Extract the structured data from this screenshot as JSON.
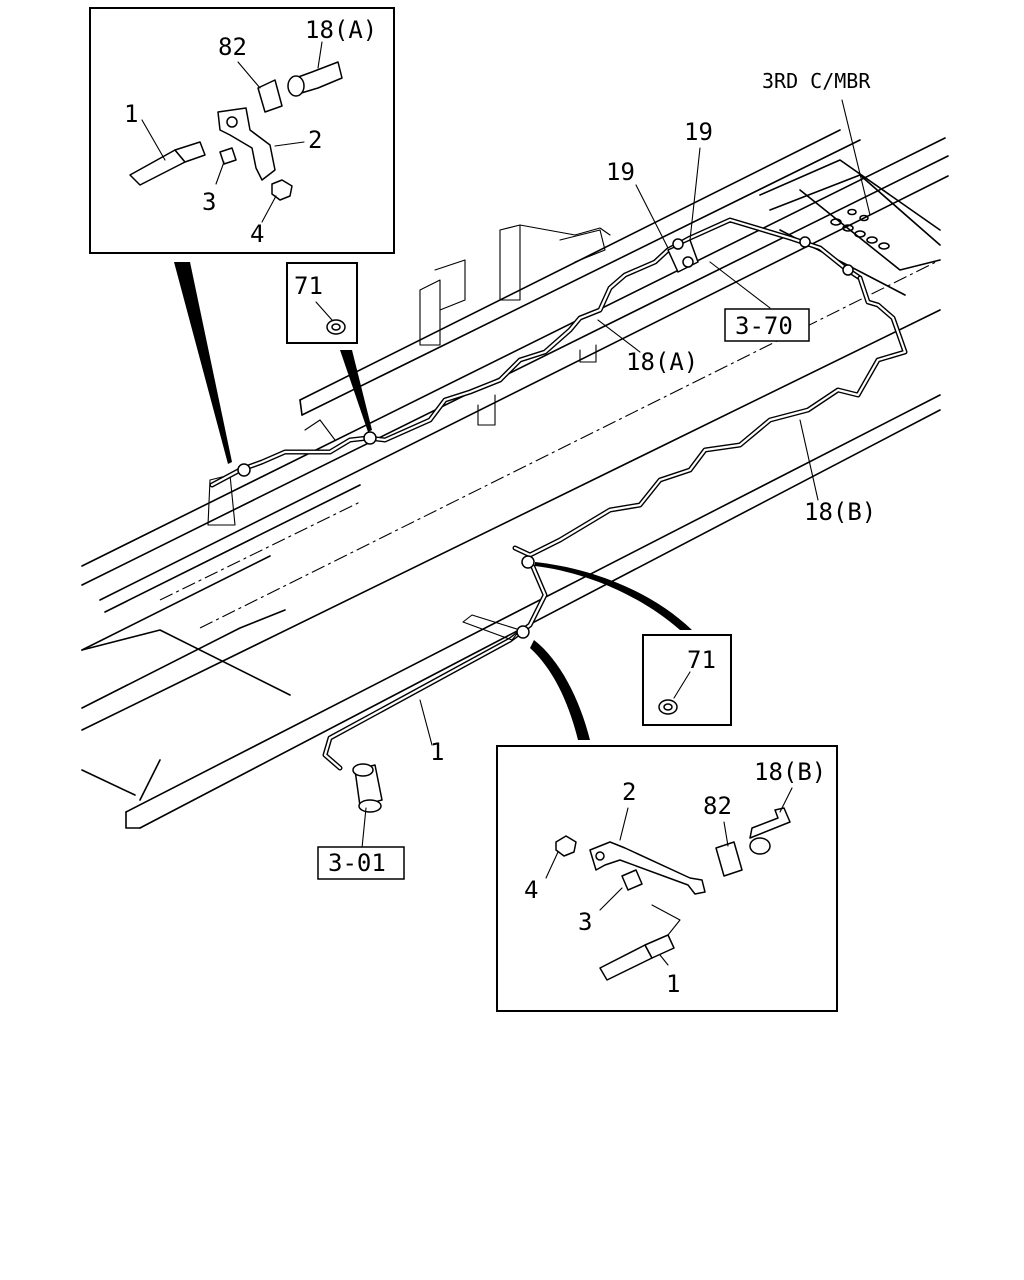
{
  "frame_label": "3RD C/MBR",
  "callouts": {
    "pipe_a": "18(A)",
    "pipe_b": "18(B)",
    "part_1": "1",
    "part_2": "2",
    "part_3": "3",
    "part_4": "4",
    "part_19": "19",
    "part_71": "71",
    "part_82": "82"
  },
  "references": {
    "ref_370": "3-70",
    "ref_301": "3-01"
  }
}
